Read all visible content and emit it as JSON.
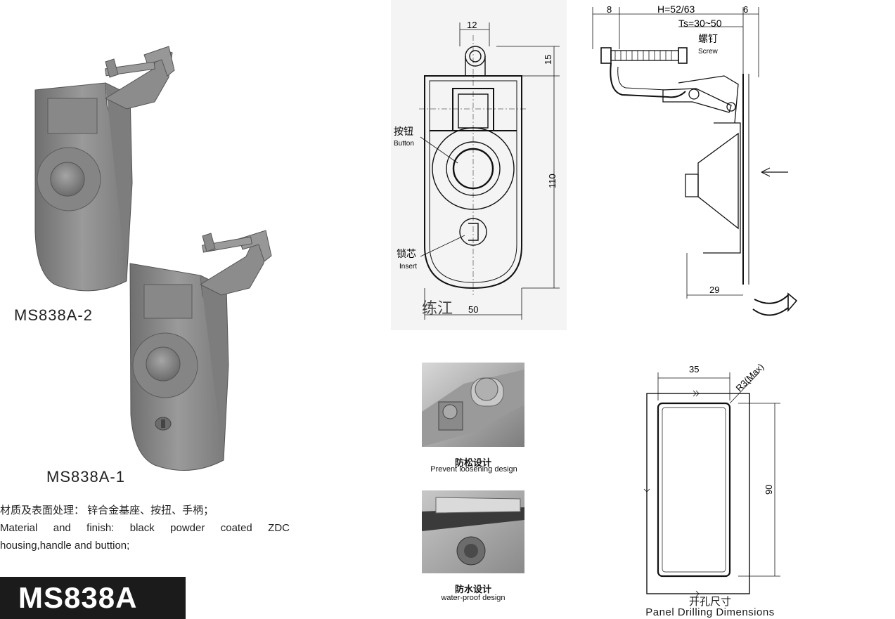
{
  "products": {
    "top_model": "MS838A-2",
    "bottom_model": "MS838A-1"
  },
  "material": {
    "cn": "材质及表面处理：  锌合金基座、按扭、手柄；",
    "en_line1": "Material and finish:  black powder coated ZDC",
    "en_line2": "housing,handle and buttion;"
  },
  "title": "MS838A",
  "front_view": {
    "dim_top_width": "12",
    "dim_top_height": "15",
    "dim_height": "110",
    "dim_width": "50",
    "button_cn": "按钮",
    "button_en": "Button",
    "insert_cn": "锁芯",
    "insert_en": "Insert",
    "watermark": "练江"
  },
  "side_view": {
    "dim_left": "8",
    "dim_h": "H=52/63",
    "dim_right": "6",
    "dim_ts": "Ts=30~50",
    "screw_cn": "螺钉",
    "screw_en": "Screw",
    "dim_bottom": "29"
  },
  "photos": {
    "prevent_cn": "防松设计",
    "prevent_en": "Prevent loosening design",
    "waterproof_cn": "防水设计",
    "waterproof_en": "water-proof design"
  },
  "cutout": {
    "dim_width": "35",
    "radius": "R3(Max)",
    "dim_height": "90",
    "caption_cn": "开孔尺寸",
    "caption_en": "Panel Drilling Dimensions"
  },
  "colors": {
    "part_gray": "#8a8a8a",
    "title_bg": "#1b1b1b",
    "line": "#111111"
  }
}
